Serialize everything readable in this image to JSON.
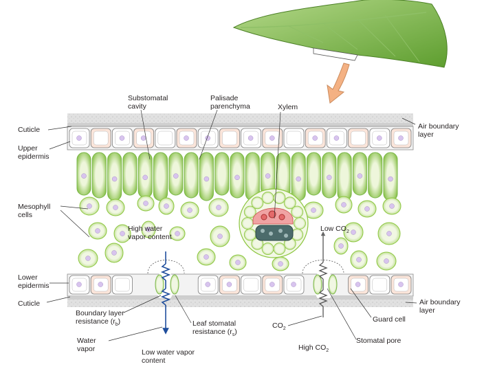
{
  "diagram": {
    "labels": {
      "substomatal_cavity": "Substomatal cavity",
      "palisade_parenchyma": "Palisade parenchyma",
      "xylem": "Xylem",
      "cuticle_top": "Cuticle",
      "upper_epidermis": "Upper epidermis",
      "air_boundary_layer_top": "Air boundary layer",
      "mesophyll_cells": "Mesophyll cells",
      "high_water_vapor_content": "High water vapor content",
      "low_co2": "Low CO",
      "low_co2_sub": "2",
      "lower_epidermis": "Lower epidermis",
      "cuticle_bottom": "Cuticle",
      "air_boundary_layer_bottom": "Air boundary layer",
      "boundary_layer_resistance": "Boundary layer resistance (r",
      "boundary_layer_resistance_sub": "b",
      "boundary_layer_resistance_end": ")",
      "leaf_stomatal_resistance": "Leaf stomatal resistance (r",
      "leaf_stomatal_resistance_sub": "s",
      "leaf_stomatal_resistance_end": ")",
      "co2": "CO",
      "co2_sub": "2",
      "guard_cell": "Guard cell",
      "water_vapor": "Water vapor",
      "low_water_vapor_content": "Low water vapor content",
      "high_co2": "High CO",
      "high_co2_sub": "2",
      "stomatal_pore": "Stomatal pore"
    },
    "colors": {
      "leaf": "#7ab648",
      "cuticle_band": "#dcdcdc",
      "epidermis_cell": "#f4d7c8",
      "mesophyll_fill": "#e7f0cf",
      "mesophyll_outline": "#8cc63f",
      "nucleus": "#d8c4ee",
      "arrow_orange": "#f4b183",
      "water_arrow": "#1f4e9c",
      "xylem_red": "#e46a6a"
    }
  }
}
